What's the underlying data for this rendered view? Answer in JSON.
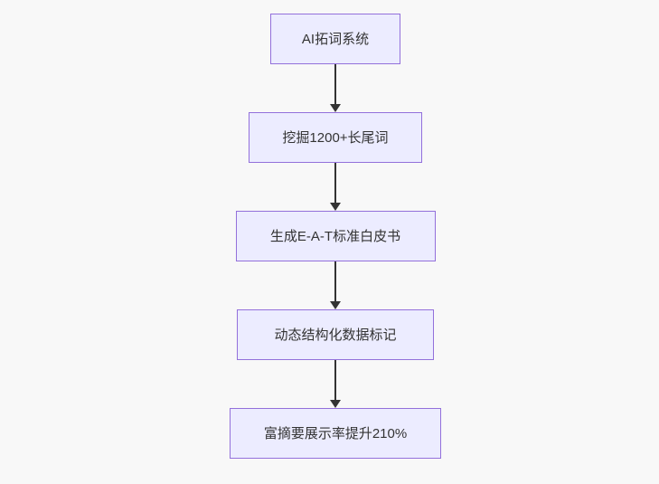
{
  "diagram": {
    "type": "flowchart",
    "direction": "top-down",
    "nodes": [
      {
        "label": "AI拓词系统"
      },
      {
        "label": "挖掘1200+长尾词"
      },
      {
        "label": "生成E-A-T标准白皮书"
      },
      {
        "label": "动态结构化数据标记"
      },
      {
        "label": "富摘要展示率提升210%"
      }
    ],
    "edges": [
      {
        "from": 0,
        "to": 1,
        "style": "arrow-down"
      },
      {
        "from": 1,
        "to": 2,
        "style": "arrow-down"
      },
      {
        "from": 2,
        "to": 3,
        "style": "arrow-down"
      },
      {
        "from": 3,
        "to": 4,
        "style": "arrow-down"
      }
    ]
  },
  "colors": {
    "page_bg": "#f8f8f8",
    "node_fill": "#ececff",
    "node_border": "#9370db",
    "node_text": "#333333",
    "arrow_color": "#333333"
  }
}
